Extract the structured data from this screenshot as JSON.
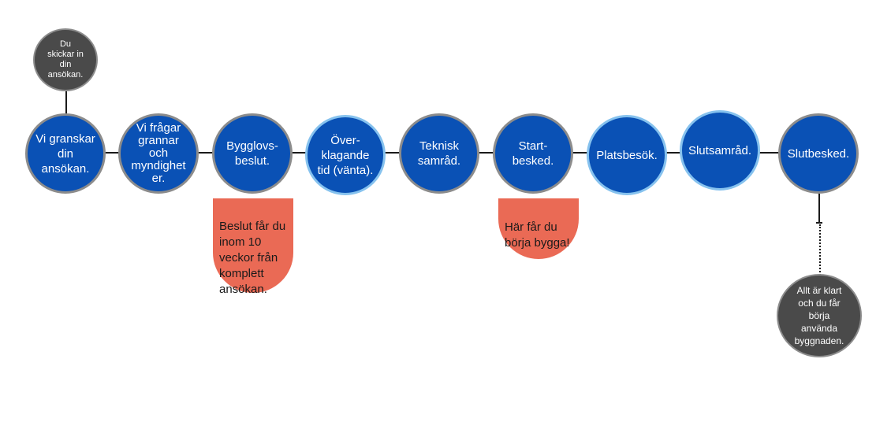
{
  "start_bubble": {
    "text": "Du\nskickar in\ndin\nansökan."
  },
  "steps": [
    {
      "label": "Vi granskar\ndin\nansökan."
    },
    {
      "label": "Vi frågar\ngrannar\noch\nmyndighet\ner."
    },
    {
      "label": "Bygglovs-\nbeslut."
    },
    {
      "label": "Över-\nklagande\ntid (vänta)."
    },
    {
      "label": "Teknisk\nsamråd."
    },
    {
      "label": "Start-\nbesked."
    },
    {
      "label": "Platsbesök."
    },
    {
      "label": "Slutsamråd."
    },
    {
      "label": "Slutbesked."
    }
  ],
  "notes": {
    "decision": "Beslut får du\ninom 10\nveckor från\nkomplett\nansökan.",
    "start": "Här får du\nbörja bygga!"
  },
  "end_bubble": {
    "text": "Allt är klart\noch du får\nbörja\nanvända\nbyggnaden."
  },
  "colors": {
    "step_fill": "#0a51b5",
    "step_border_gray": "#8c8c8c",
    "step_border_light": "#86c2ee",
    "note_fill": "#ea6a55",
    "bubble_fill": "#4a4a4a"
  }
}
